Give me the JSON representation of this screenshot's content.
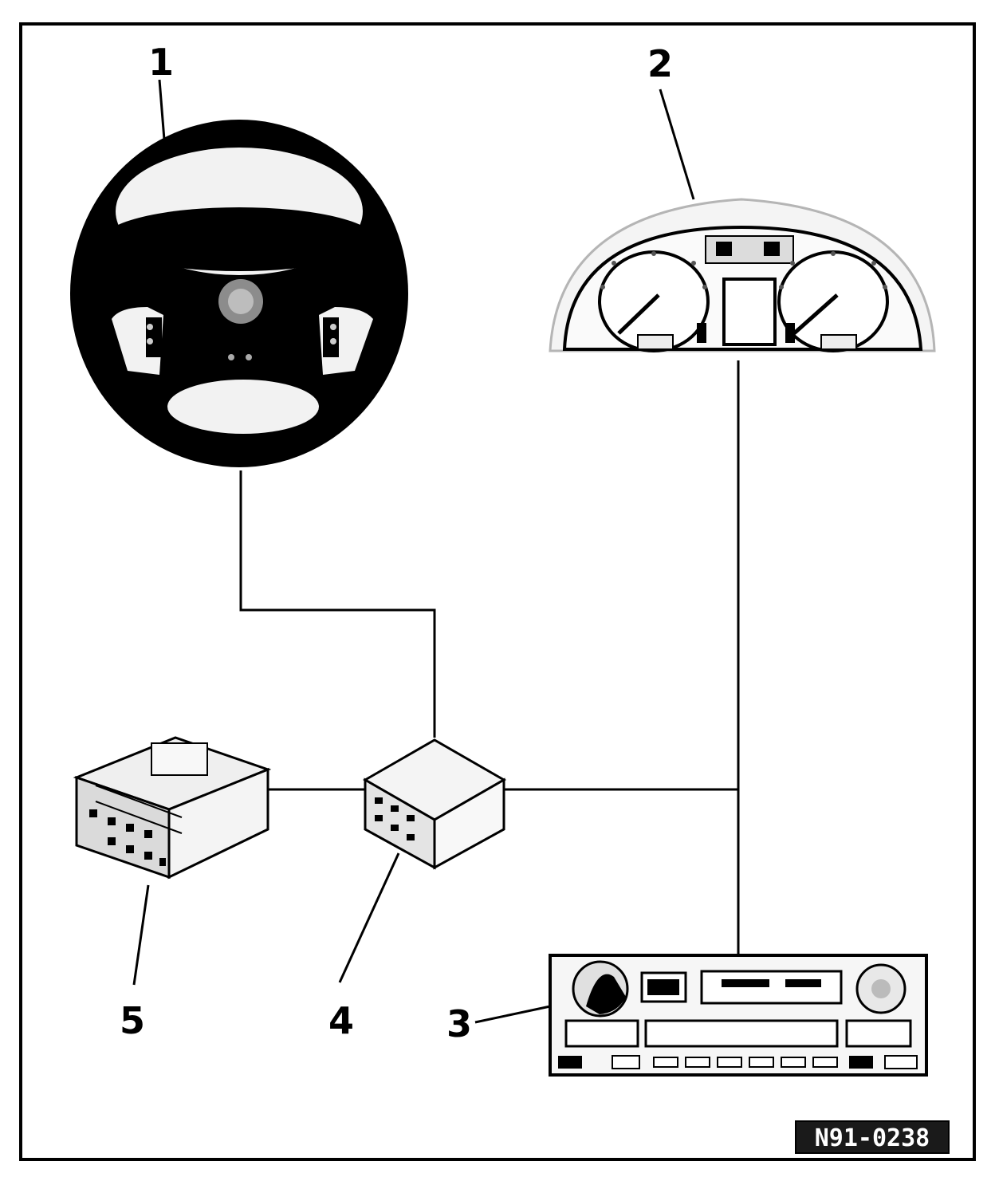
{
  "diagram": {
    "callouts": {
      "c1": "1",
      "c2": "2",
      "c3": "3",
      "c4": "4",
      "c5": "5"
    },
    "reference_code": "N91-0238"
  },
  "colors": {
    "line": "#000000",
    "background": "#ffffff",
    "component_fill": "#f2f2f2",
    "component_shade": "#d8d8d8",
    "ref_box": "#1a1a1a"
  }
}
